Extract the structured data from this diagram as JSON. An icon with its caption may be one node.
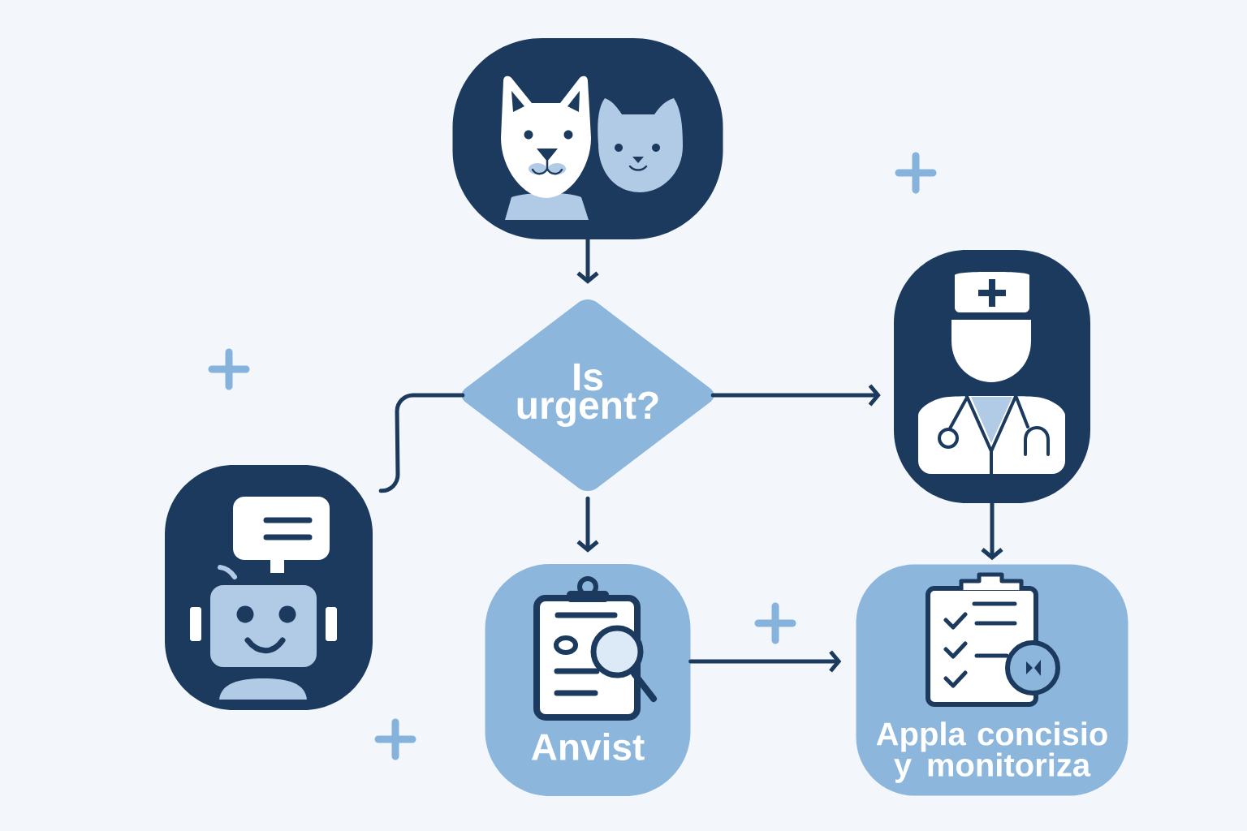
{
  "diagram": {
    "nodes": [
      {
        "text": [],
        "shape": "picture"
      },
      {
        "text": [
          "Is urgent?"
        ]
      },
      {
        "text": [],
        "shape": "picture"
      },
      {
        "text": [],
        "shape": "picture"
      },
      {
        "text": [
          "Anvist"
        ]
      },
      {
        "text": [
          "Appla concisio y monitoriza"
        ]
      }
    ],
    "edges": [
      {
        "from": 0,
        "to": 1,
        "arrow": "to"
      },
      {
        "from": 1,
        "to": 2,
        "arrow": "to"
      },
      {
        "from": 1,
        "to": 3,
        "arrow": "none"
      },
      {
        "from": 1,
        "to": 4,
        "arrow": "to"
      },
      {
        "from": 2,
        "to": 5,
        "arrow": "to"
      },
      {
        "from": 4,
        "to": 5,
        "arrow": "to"
      }
    ]
  }
}
